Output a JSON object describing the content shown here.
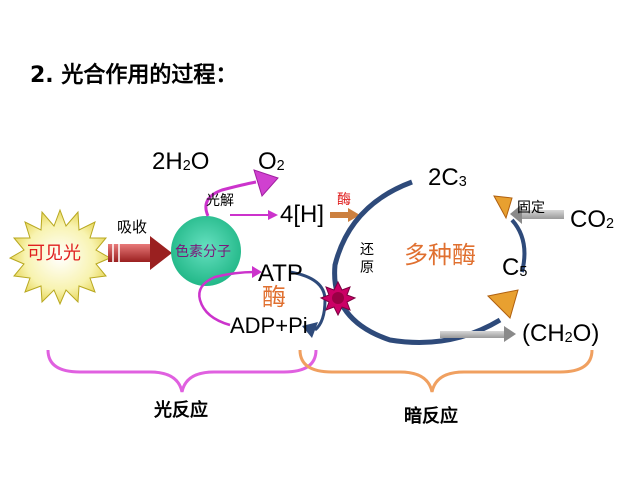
{
  "title": "2. 光合作用的过程：",
  "labels": {
    "water": "2H2O",
    "oxygen": "O2",
    "photolysis": "光解",
    "hydrogen": "4[H]",
    "absorb": "吸收",
    "visible_light": "可见光",
    "pigment": "色素分子",
    "atp": "ATP",
    "enzyme_red": "酶",
    "adp": "ADP+Pi",
    "enzyme_small": "酶",
    "reduction": "还原",
    "multi_enzyme": "多种酶",
    "c3": "2C3",
    "fixation": "固定",
    "co2": "CO2",
    "c5": "C5",
    "ch2o": "(CH2O)",
    "light_reaction": "光反应",
    "dark_reaction": "暗反应"
  },
  "colors": {
    "light_sun": "#f5f0a0",
    "pigment_green": "#33cc99",
    "arrow_purple": "#cc33cc",
    "cycle_blue": "#2e4a7a",
    "arrow_orange": "#e8a030",
    "arrow_gray": "#a0a0a0",
    "brace_pink": "#e060e0",
    "brace_orange": "#f0a060",
    "red_text": "#e02020",
    "orange_text": "#e07030",
    "enzyme_star": "#cc0066"
  }
}
